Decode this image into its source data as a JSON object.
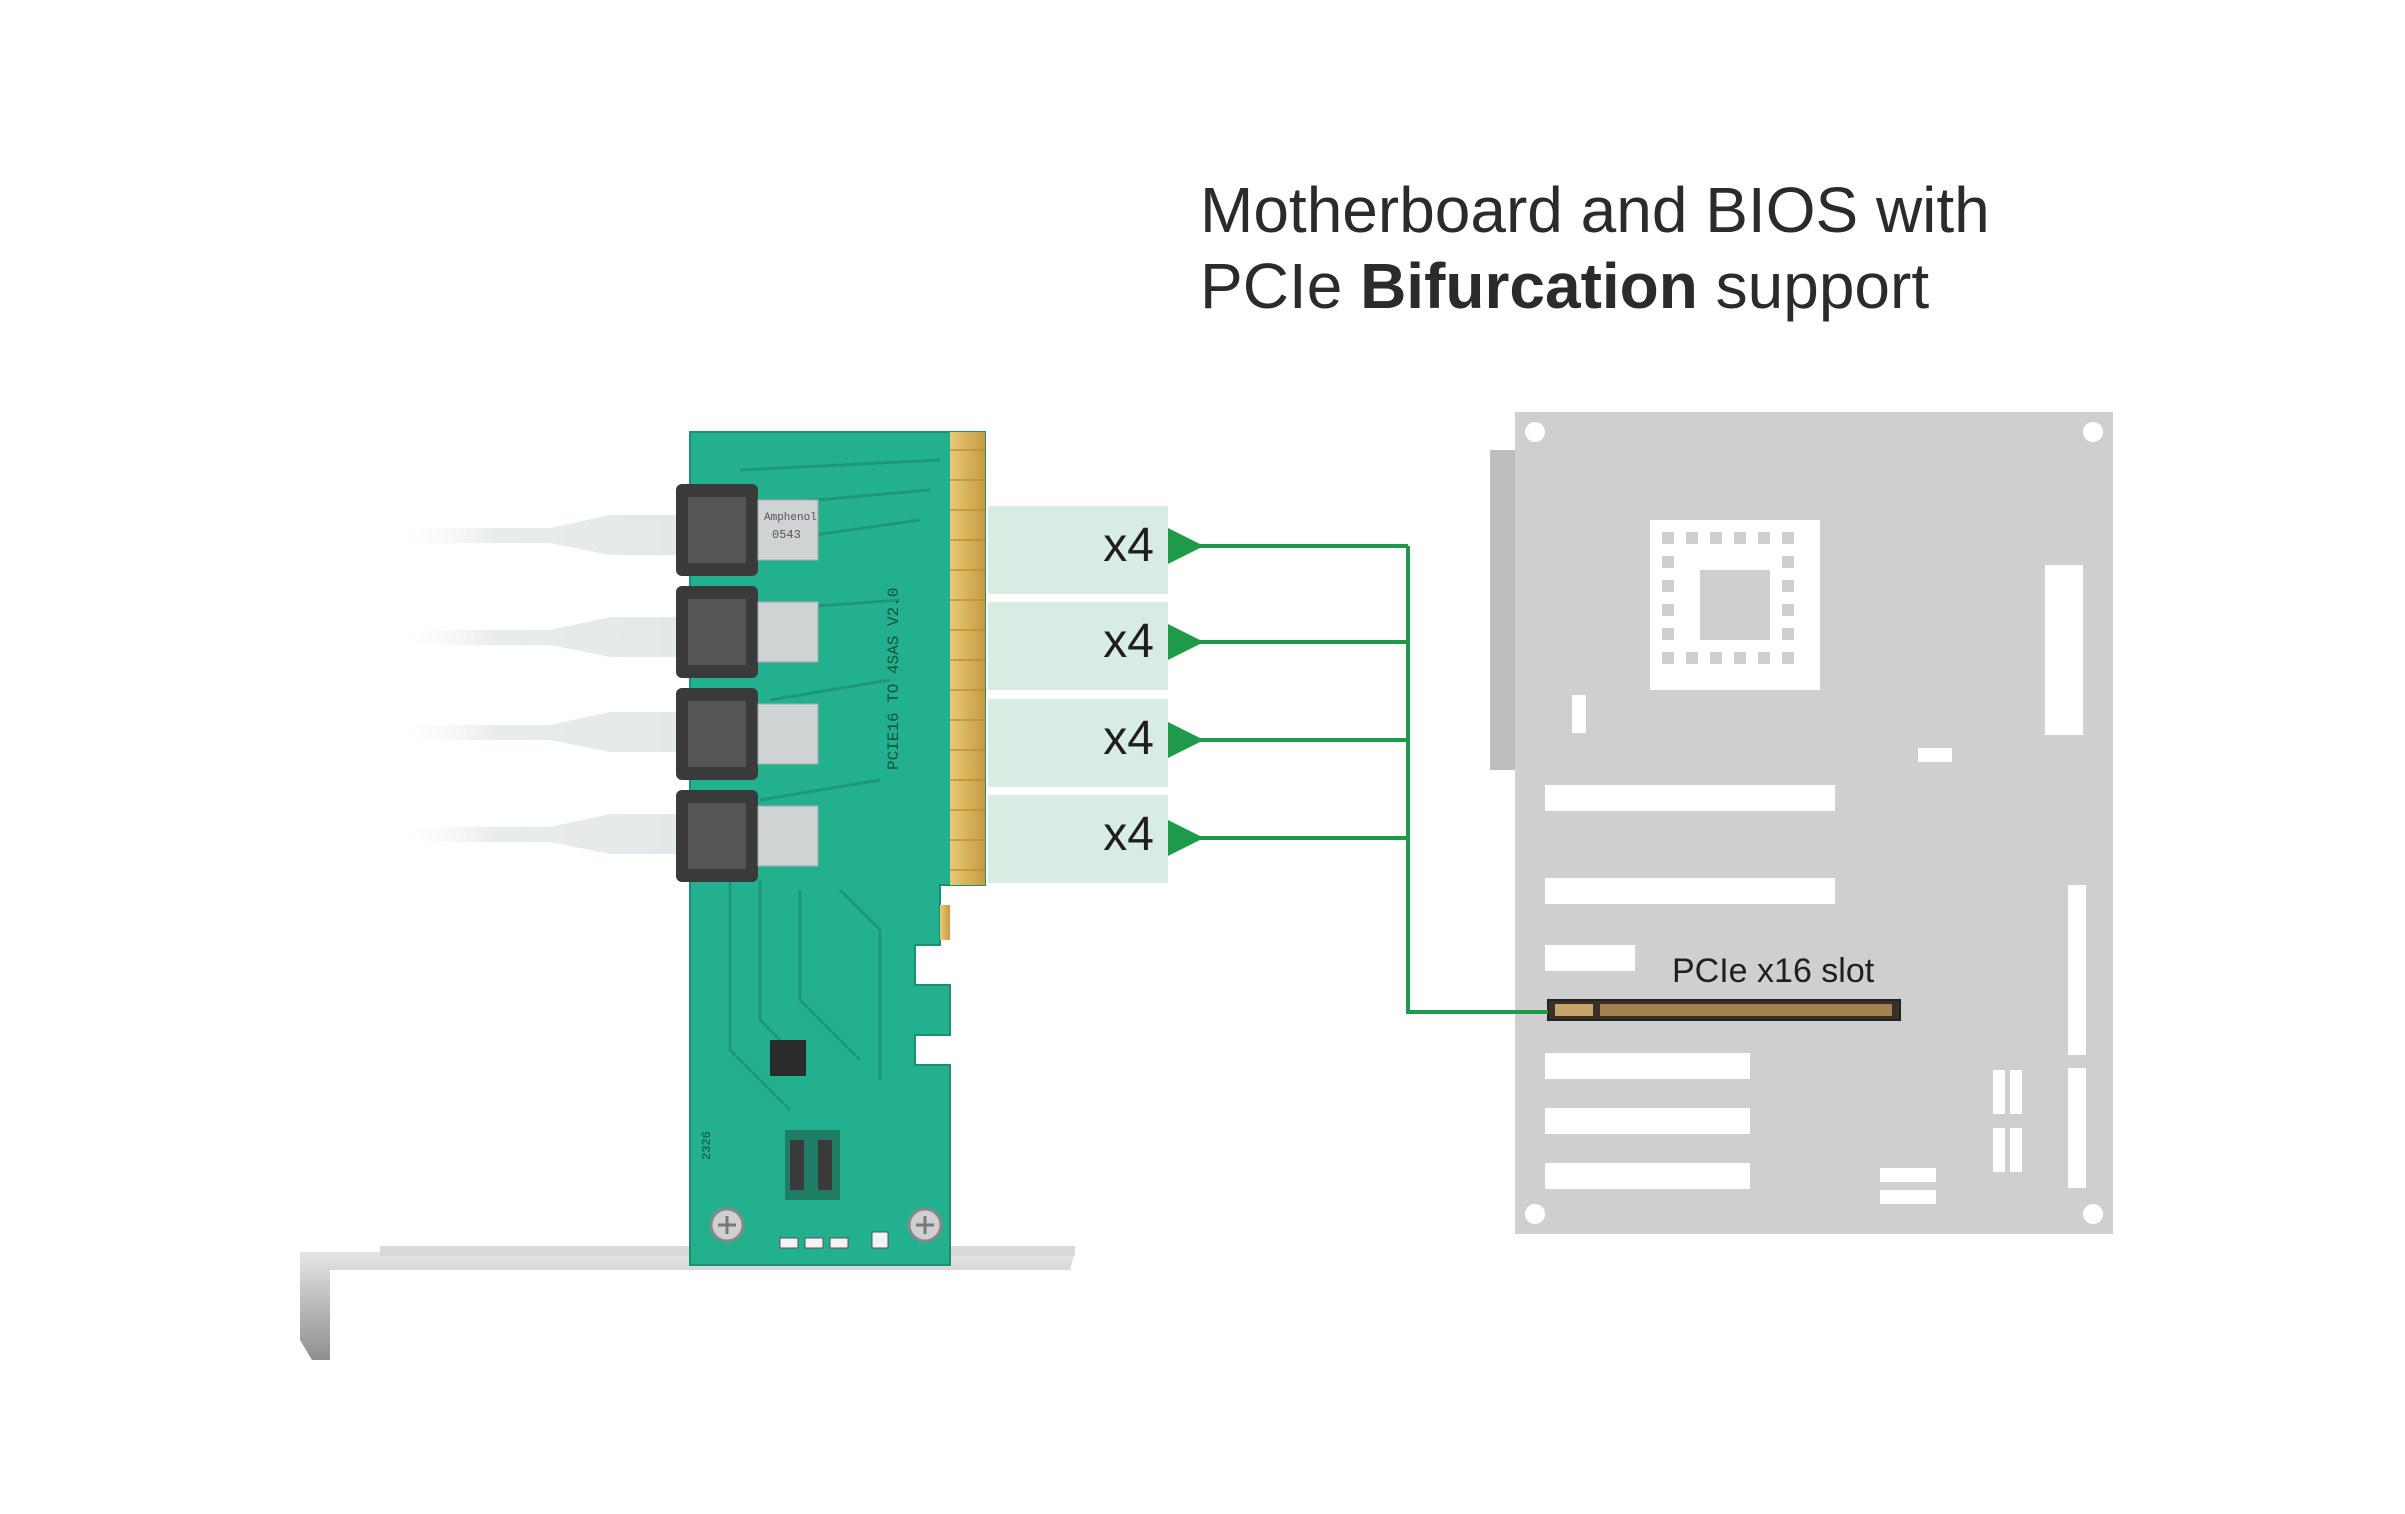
{
  "heading": {
    "line1": "Motherboard and BIOS with",
    "line2_prefix": "PCIe ",
    "line2_bold": "Bifurcation",
    "line2_suffix": " support"
  },
  "lanes": [
    {
      "label": "x4"
    },
    {
      "label": "x4"
    },
    {
      "label": "x4"
    },
    {
      "label": "x4"
    }
  ],
  "slot_label": "PCIe x16 slot",
  "card": {
    "pcb_marking": "PCIE16 TO 4SAS V2.0",
    "connector_brand": "Amphenol",
    "connector_code": "0543",
    "date_code": "2326"
  },
  "colors": {
    "arrow": "#1f9a4a",
    "pcb": "#23b08e",
    "lane_box": "#d7ece3",
    "motherboard": "#cfcfcf",
    "gold_contacts": "#d8b25a"
  },
  "icons": {
    "arrow": "arrow-left-icon",
    "screw": "screw-icon"
  }
}
